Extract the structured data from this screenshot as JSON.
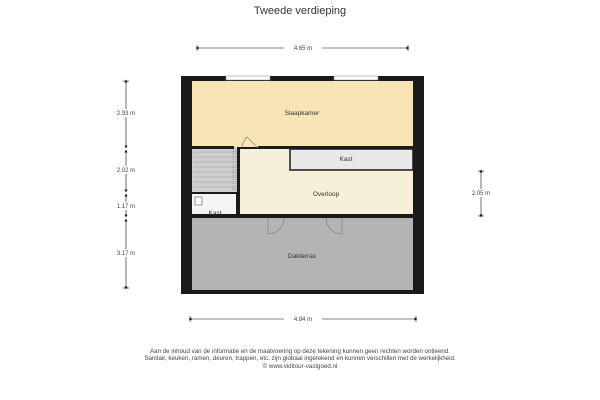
{
  "title": "Tweede verdieping",
  "rooms": {
    "slaapkamer": "Slaapkamer",
    "kast_top": "Kast",
    "overloop": "Overloop",
    "kast_small": "Kast",
    "dakterras": "Dakterras"
  },
  "dimensions": {
    "top_width": "4.65 m",
    "bottom_width": "4.84 m",
    "left_1": "2.93 m",
    "left_2": "2.02 m",
    "left_3": "1.17 m",
    "left_4": "3.17 m",
    "right_1": "2.05 m"
  },
  "colors": {
    "wall": "#1a1a1a",
    "slaapkamer": "#f8e4b4",
    "overloop": "#f6efd9",
    "kast": "#e8e8e8",
    "dakterras": "#b4b4b4",
    "stair": "#cfcfcf"
  },
  "disclaimer": [
    "Aan de inhoud van de informatie en de maatvoering op deze tekening kunnen geen rechten worden ontleend.",
    "Sanitair, keuken, ramen, deuren, trappen, etc. zijn globaal ingetekend en kunnen verschillen met de werkelijkheid.",
    "© www.viditour-vastgoed.nl"
  ]
}
